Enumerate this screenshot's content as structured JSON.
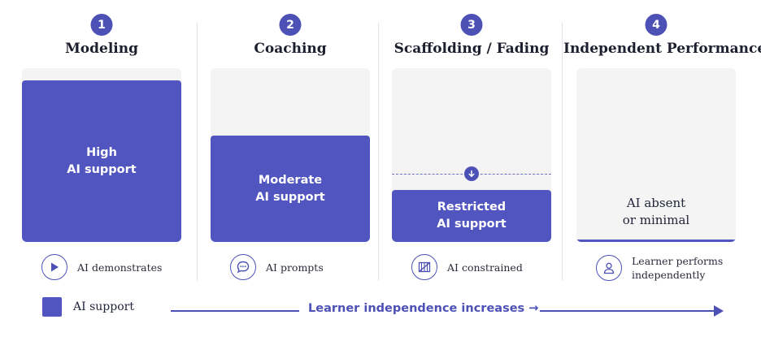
{
  "colors": {
    "accent": "#5155c0",
    "badge": "#4d51b5",
    "card_bg": "#f4f4f5"
  },
  "stages": [
    {
      "number": "1",
      "title": "Modeling",
      "support_label": "High\nAI support",
      "support_level": 0.93,
      "caption": "AI demonstrates",
      "icon": "play-icon"
    },
    {
      "number": "2",
      "title": "Coaching",
      "support_label": "Moderate\nAI support",
      "support_level": 0.61,
      "caption": "AI prompts",
      "icon": "chat-bubble-icon"
    },
    {
      "number": "3",
      "title": "Scaffolding / Fading",
      "support_label": "Restricted\nAI support",
      "support_level": 0.3,
      "caption": "AI constrained",
      "icon": "fence-icon"
    },
    {
      "number": "4",
      "title": "Independent Performance",
      "support_label": "AI absent\nor minimal",
      "support_level": 0.0,
      "caption": "Learner performs\nindependently",
      "icon": "user-icon"
    }
  ],
  "legend": {
    "label": "AI support"
  },
  "axis": {
    "label": "Learner independence increases →"
  }
}
